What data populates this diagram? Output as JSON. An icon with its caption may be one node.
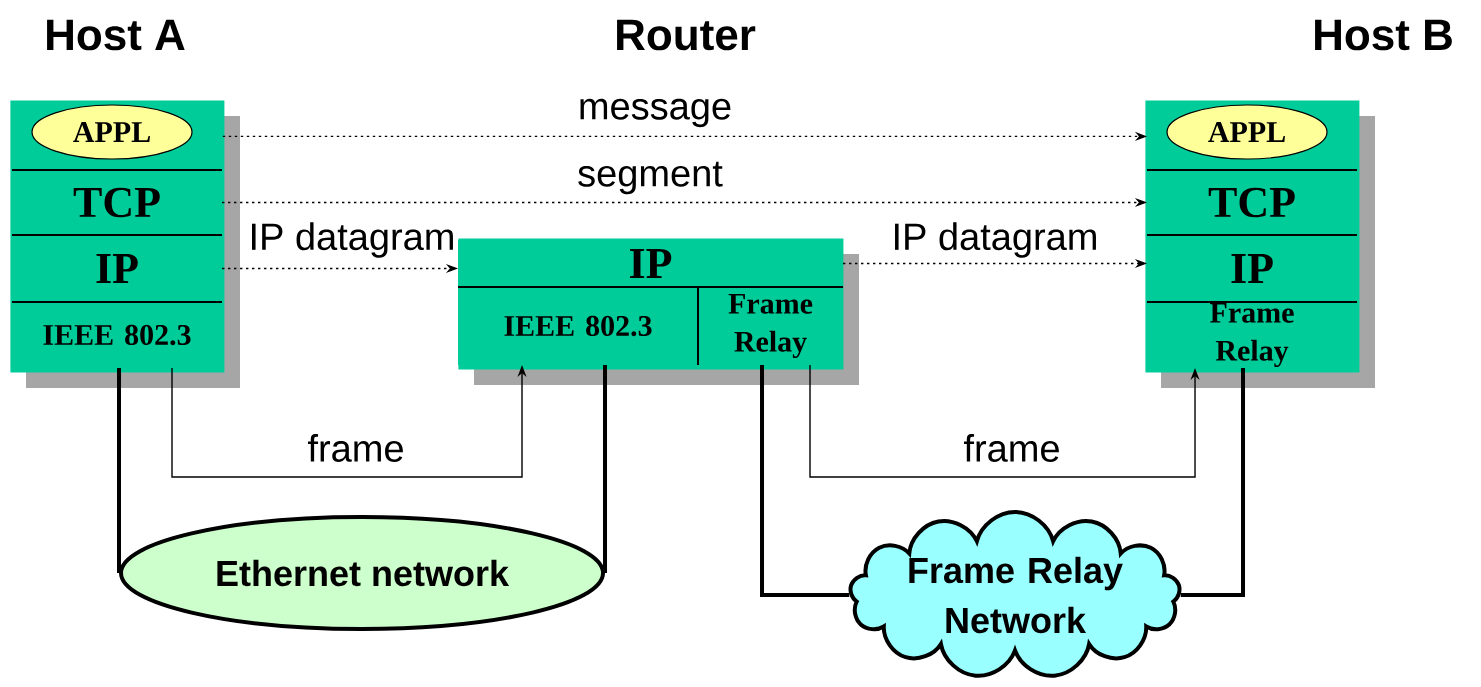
{
  "diagram": {
    "nodes": [
      {
        "text": [],
        "shape": "box"
      },
      {
        "text": [
          "APPL"
        ],
        "in": 0
      },
      {
        "text": [
          "TCP"
        ],
        "in": 0
      },
      {
        "text": [
          "IP"
        ],
        "in": 0
      },
      {
        "text": [
          "IEEE 802.3"
        ],
        "in": 0
      },
      {
        "text": [],
        "shape": "box"
      },
      {
        "text": [
          "IP"
        ],
        "in": 5
      },
      {
        "text": [
          "IEEE 802.3"
        ],
        "in": 5
      },
      {
        "text": [
          "Frame Relay"
        ],
        "in": 5
      },
      {
        "text": [],
        "shape": "box"
      },
      {
        "text": [
          "APPL"
        ],
        "in": 9
      },
      {
        "text": [
          "TCP"
        ],
        "in": 9
      },
      {
        "text": [
          "IP"
        ],
        "in": 9
      },
      {
        "text": [
          "Frame Relay"
        ],
        "in": 9
      },
      {
        "text": [
          "Ethernet network"
        ]
      },
      {
        "text": [
          "Frame Relay Network"
        ]
      }
    ],
    "edges": [
      {
        "from": 1,
        "to": 10,
        "arrow": "to",
        "label": "message",
        "style": "dashed"
      },
      {
        "from": 2,
        "to": 11,
        "arrow": "to",
        "label": "segment",
        "style": "dashed"
      },
      {
        "from": 3,
        "to": 6,
        "arrow": "to",
        "label": "IP datagram",
        "style": "dashed"
      },
      {
        "from": 6,
        "to": 12,
        "arrow": "to",
        "label": "IP datagram",
        "style": "dashed"
      },
      {
        "from": 4,
        "to": 7,
        "arrow": "to",
        "label": "frame"
      },
      {
        "from": 8,
        "to": 13,
        "arrow": "to",
        "label": "frame"
      },
      {
        "from": 4,
        "to": 14,
        "arrow": "none",
        "style": "thick"
      },
      {
        "from": 7,
        "to": 14,
        "arrow": "none",
        "style": "thick"
      },
      {
        "from": 8,
        "to": 15,
        "arrow": "none",
        "style": "thick"
      },
      {
        "from": 13,
        "to": 15,
        "arrow": "none",
        "style": "thick"
      }
    ],
    "labels": [
      "Host A",
      "Router",
      "Host B"
    ]
  }
}
